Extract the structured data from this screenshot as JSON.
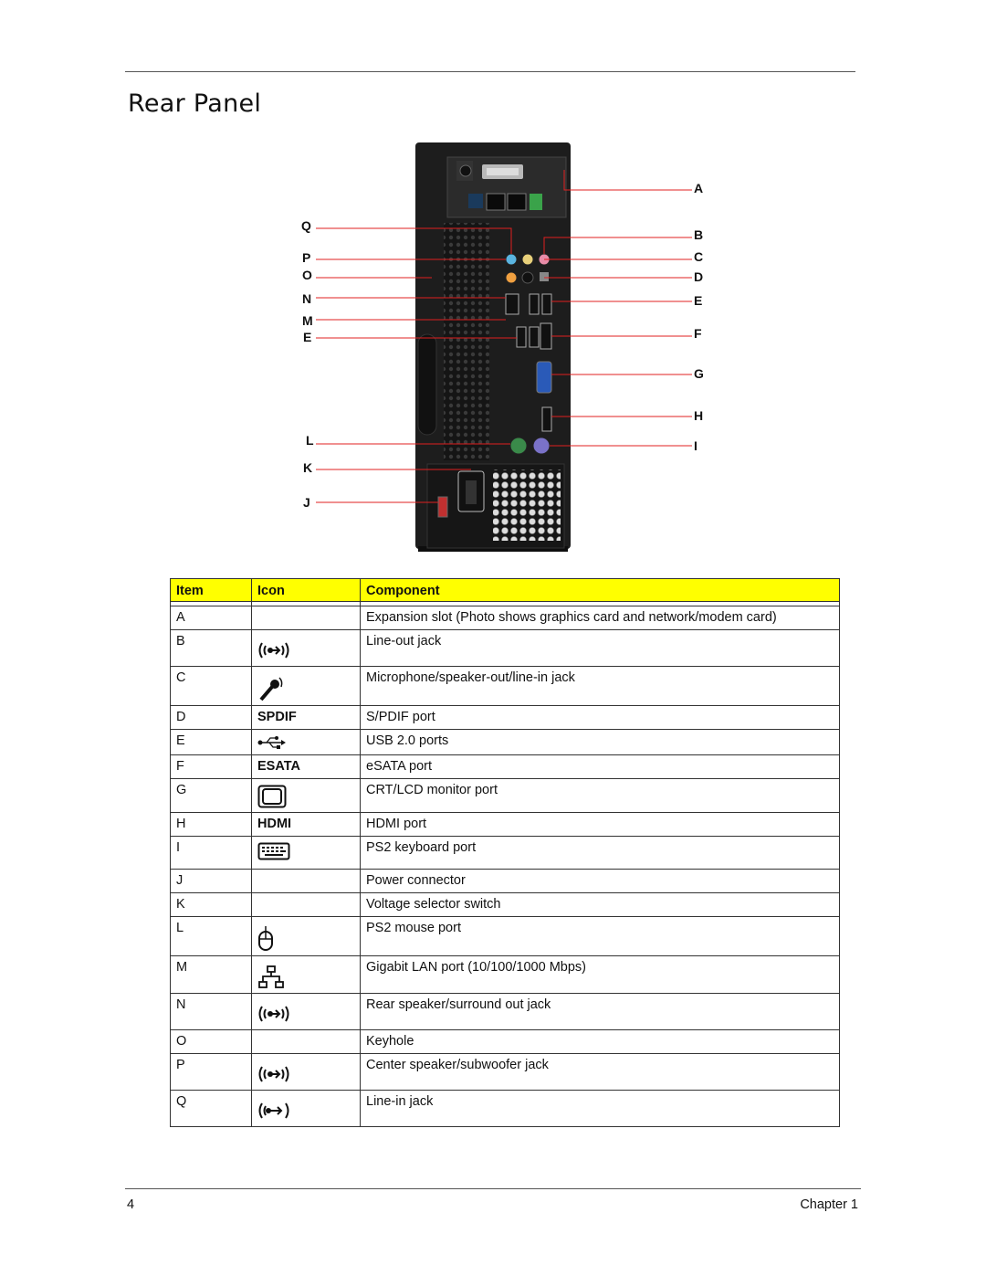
{
  "page": {
    "title": "Rear Panel",
    "page_number": "4",
    "chapter_label": "Chapter 1"
  },
  "figure": {
    "callouts_left": [
      "Q",
      "P",
      "O",
      "N",
      "M",
      "E",
      "L",
      "K",
      "J"
    ],
    "callouts_right": [
      "A",
      "B",
      "C",
      "D",
      "E",
      "F",
      "G",
      "H",
      "I"
    ]
  },
  "table": {
    "headers": {
      "item": "Item",
      "icon": "Icon",
      "component": "Component"
    },
    "rows": [
      {
        "item": "A",
        "icon_text": "",
        "icon": "",
        "component": "Expansion slot (Photo shows graphics card and network/modem card)"
      },
      {
        "item": "B",
        "icon_text": "",
        "icon": "line-out-icon",
        "component": "Line-out jack"
      },
      {
        "item": "C",
        "icon_text": "",
        "icon": "microphone-icon",
        "component": "Microphone/speaker-out/line-in jack"
      },
      {
        "item": "D",
        "icon_text": "SPDIF",
        "icon": "",
        "component": "S/PDIF port"
      },
      {
        "item": "E",
        "icon_text": "",
        "icon": "usb-icon",
        "component": "USB 2.0 ports"
      },
      {
        "item": "F",
        "icon_text": "ESATA",
        "icon": "",
        "component": "eSATA port"
      },
      {
        "item": "G",
        "icon_text": "",
        "icon": "monitor-icon",
        "component": "CRT/LCD monitor port"
      },
      {
        "item": "H",
        "icon_text": "HDMI",
        "icon": "",
        "component": "HDMI port"
      },
      {
        "item": "I",
        "icon_text": "",
        "icon": "keyboard-icon",
        "component": "PS2 keyboard port"
      },
      {
        "item": "J",
        "icon_text": "",
        "icon": "",
        "component": "Power connector"
      },
      {
        "item": "K",
        "icon_text": "",
        "icon": "",
        "component": "Voltage selector switch"
      },
      {
        "item": "L",
        "icon_text": "",
        "icon": "mouse-icon",
        "component": "PS2 mouse port"
      },
      {
        "item": "M",
        "icon_text": "",
        "icon": "network-icon",
        "component": "Gigabit LAN port (10/100/1000 Mbps)"
      },
      {
        "item": "N",
        "icon_text": "",
        "icon": "line-out-icon",
        "component": "Rear speaker/surround out jack"
      },
      {
        "item": "O",
        "icon_text": "",
        "icon": "",
        "component": "Keyhole"
      },
      {
        "item": "P",
        "icon_text": "",
        "icon": "line-out-icon",
        "component": "Center speaker/subwoofer jack"
      },
      {
        "item": "Q",
        "icon_text": "",
        "icon": "line-in-icon",
        "component": "Line-in jack"
      }
    ]
  },
  "colors": {
    "header_bg": "#ffff00",
    "callout_line": "#e02020"
  }
}
